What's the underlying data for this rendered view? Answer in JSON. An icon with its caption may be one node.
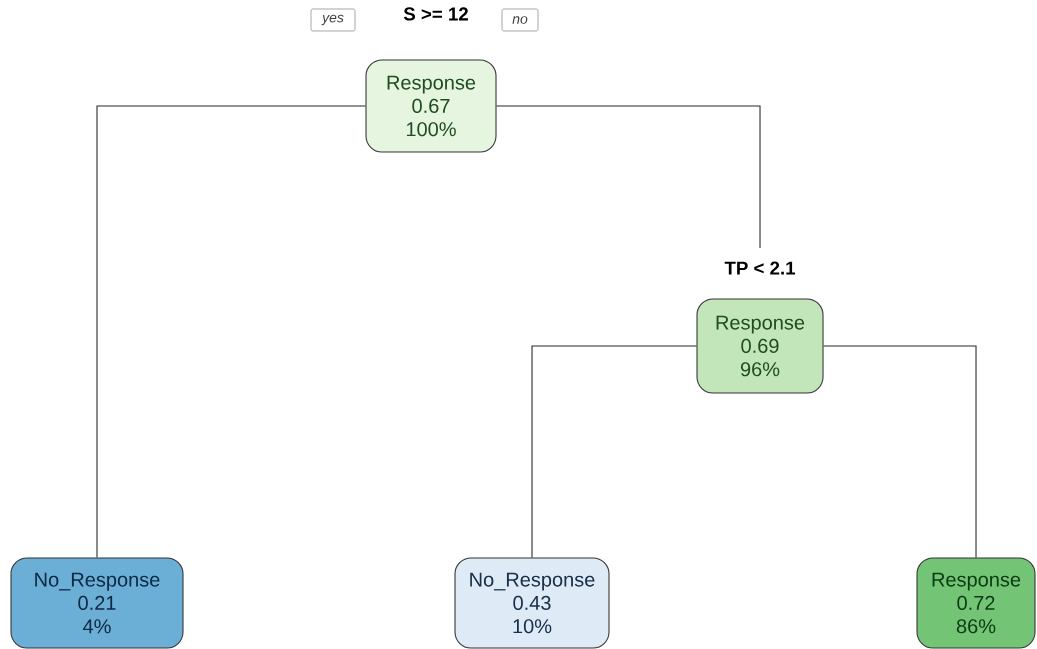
{
  "diagram": {
    "nodes": [
      {
        "text": [
          "yes"
        ]
      },
      {
        "text": [
          "no"
        ]
      },
      {
        "text": [
          "Response",
          "0.67",
          "100%"
        ],
        "beside": [
          "S >= 12"
        ]
      },
      {
        "text": [
          "Response",
          "0.69",
          "96%"
        ],
        "beside": [
          "TP < 2.1"
        ]
      },
      {
        "text": [
          "No_Response",
          "0.21",
          "4%"
        ]
      },
      {
        "text": [
          "No_Response",
          "0.43",
          "10%"
        ]
      },
      {
        "text": [
          "Response",
          "0.72",
          "86%"
        ]
      }
    ],
    "edges": [
      {
        "from": 2,
        "to": 4,
        "arrow": "none"
      },
      {
        "from": 2,
        "to": 3,
        "arrow": "none"
      },
      {
        "from": 3,
        "to": 5,
        "arrow": "none"
      },
      {
        "from": 3,
        "to": 6,
        "arrow": "none"
      }
    ]
  }
}
